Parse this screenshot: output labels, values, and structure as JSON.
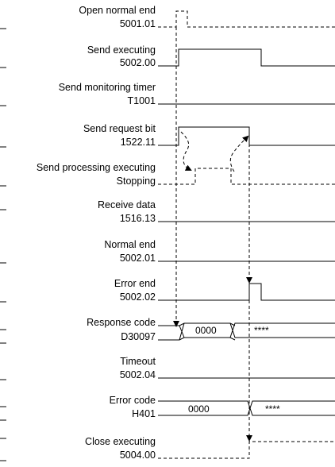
{
  "signals": [
    {
      "name": "Open normal end",
      "address": "5001.01"
    },
    {
      "name": "Send executing",
      "address": "5002.00"
    },
    {
      "name": "Send monitoring timer",
      "address": "T1001"
    },
    {
      "name": "Send request bit",
      "address": "1522.11"
    },
    {
      "name": "Send processing executing",
      "address": "Stopping"
    },
    {
      "name": "Receive data",
      "address": "1516.13"
    },
    {
      "name": "Normal end",
      "address": "5002.01"
    },
    {
      "name": "Error end",
      "address": "5002.02"
    },
    {
      "name": "Response code",
      "address": "D30097"
    },
    {
      "name": "Timeout",
      "address": "5002.04"
    },
    {
      "name": "Error code",
      "address": "H401"
    },
    {
      "name": "Close executing",
      "address": "5004.00"
    }
  ],
  "data_values": {
    "response_code_before": "0000",
    "response_code_after": "****",
    "error_code_before": "0000",
    "error_code_after": "****"
  }
}
